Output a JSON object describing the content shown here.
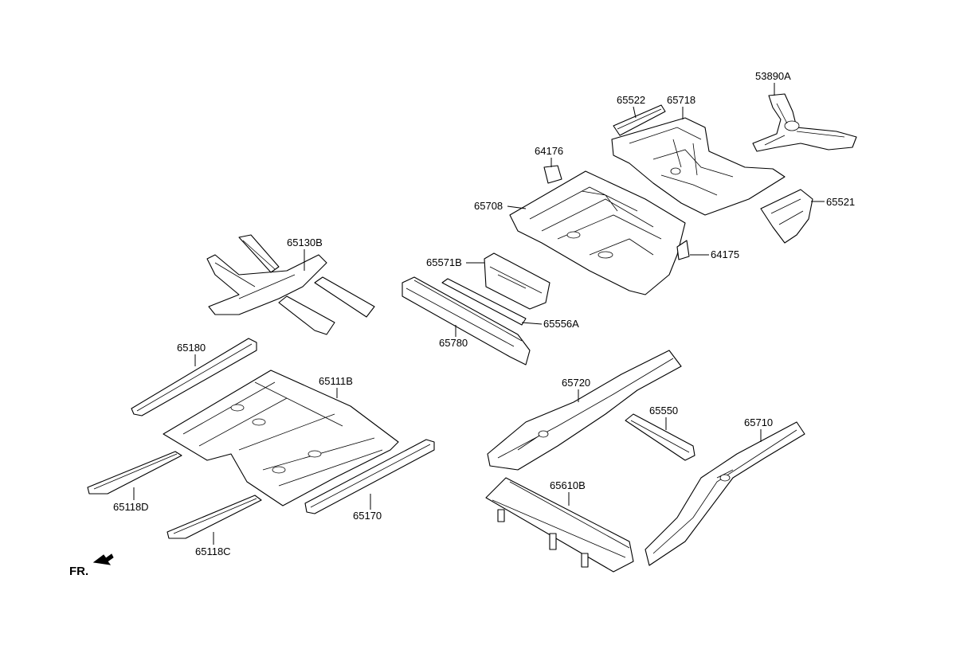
{
  "diagram": {
    "front_label": "FR.",
    "parts": [
      {
        "id": "53890A",
        "label": "53890A"
      },
      {
        "id": "65522",
        "label": "65522"
      },
      {
        "id": "65718",
        "label": "65718"
      },
      {
        "id": "64176",
        "label": "64176"
      },
      {
        "id": "65708",
        "label": "65708"
      },
      {
        "id": "65521",
        "label": "65521"
      },
      {
        "id": "64175",
        "label": "64175"
      },
      {
        "id": "65571B",
        "label": "65571B"
      },
      {
        "id": "65556A",
        "label": "65556A"
      },
      {
        "id": "65780",
        "label": "65780"
      },
      {
        "id": "65130B",
        "label": "65130B"
      },
      {
        "id": "65180",
        "label": "65180"
      },
      {
        "id": "65111B",
        "label": "65111B"
      },
      {
        "id": "65118D",
        "label": "65118D"
      },
      {
        "id": "65118C",
        "label": "65118C"
      },
      {
        "id": "65170",
        "label": "65170"
      },
      {
        "id": "65720",
        "label": "65720"
      },
      {
        "id": "65550",
        "label": "65550"
      },
      {
        "id": "65710",
        "label": "65710"
      },
      {
        "id": "65610B",
        "label": "65610B"
      }
    ]
  }
}
